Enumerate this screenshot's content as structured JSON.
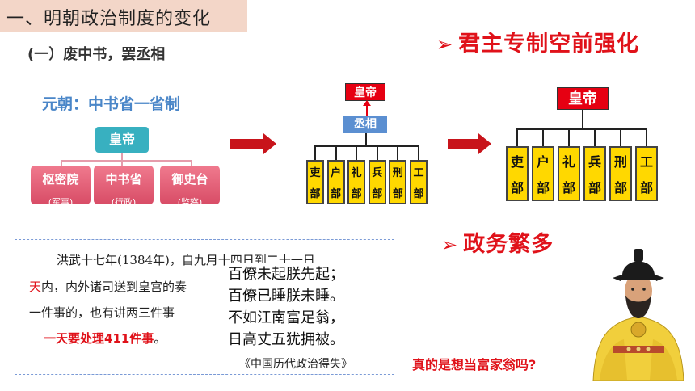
{
  "title": "一、明朝政治制度的变化",
  "subtitle": "(一）废中书，罢丞相",
  "points": [
    "君主专制空前强化",
    "政务繁多"
  ],
  "point_arrow": "➢",
  "yuan": {
    "label": "元朝：中书省一省制",
    "emperor": "皇帝",
    "branches": [
      {
        "name": "枢密院",
        "note": "(军事)"
      },
      {
        "name": "中书省",
        "note": "(行政)"
      },
      {
        "name": "御史台",
        "note": "(监察)"
      }
    ]
  },
  "ming_mid": {
    "emperor": "皇帝",
    "chancellor": "丞相",
    "ministries": [
      "吏部",
      "户部",
      "礼部",
      "兵部",
      "刑部",
      "工部"
    ]
  },
  "ming_right": {
    "emperor": "皇帝",
    "ministries": [
      "吏部",
      "户部",
      "礼部",
      "兵部",
      "刑部",
      "工部"
    ]
  },
  "quote": {
    "line1": "洪武十七年(1384年)，自九月十四日到二十一日",
    "line2_red": "天",
    "line2_rest": "内，内外诸司送到皇宫的奏",
    "line3": "一件事的，也有讲两三件事",
    "line4_red": "一天要处理411件事",
    "line4_end": "。"
  },
  "poem": [
    "百僚未起朕先起；",
    "百僚已睡朕未睡。",
    "不如江南富足翁，",
    "日高丈五犹拥被。"
  ],
  "source": "《中国历代政治得失》",
  "question": "真的是想当富家翁吗?",
  "colors": {
    "accent_red": "#e0121a",
    "yellow": "#ffd800",
    "teal": "#38b0c0",
    "pink": "#d84c66",
    "blue_label": "#4a86c8"
  }
}
